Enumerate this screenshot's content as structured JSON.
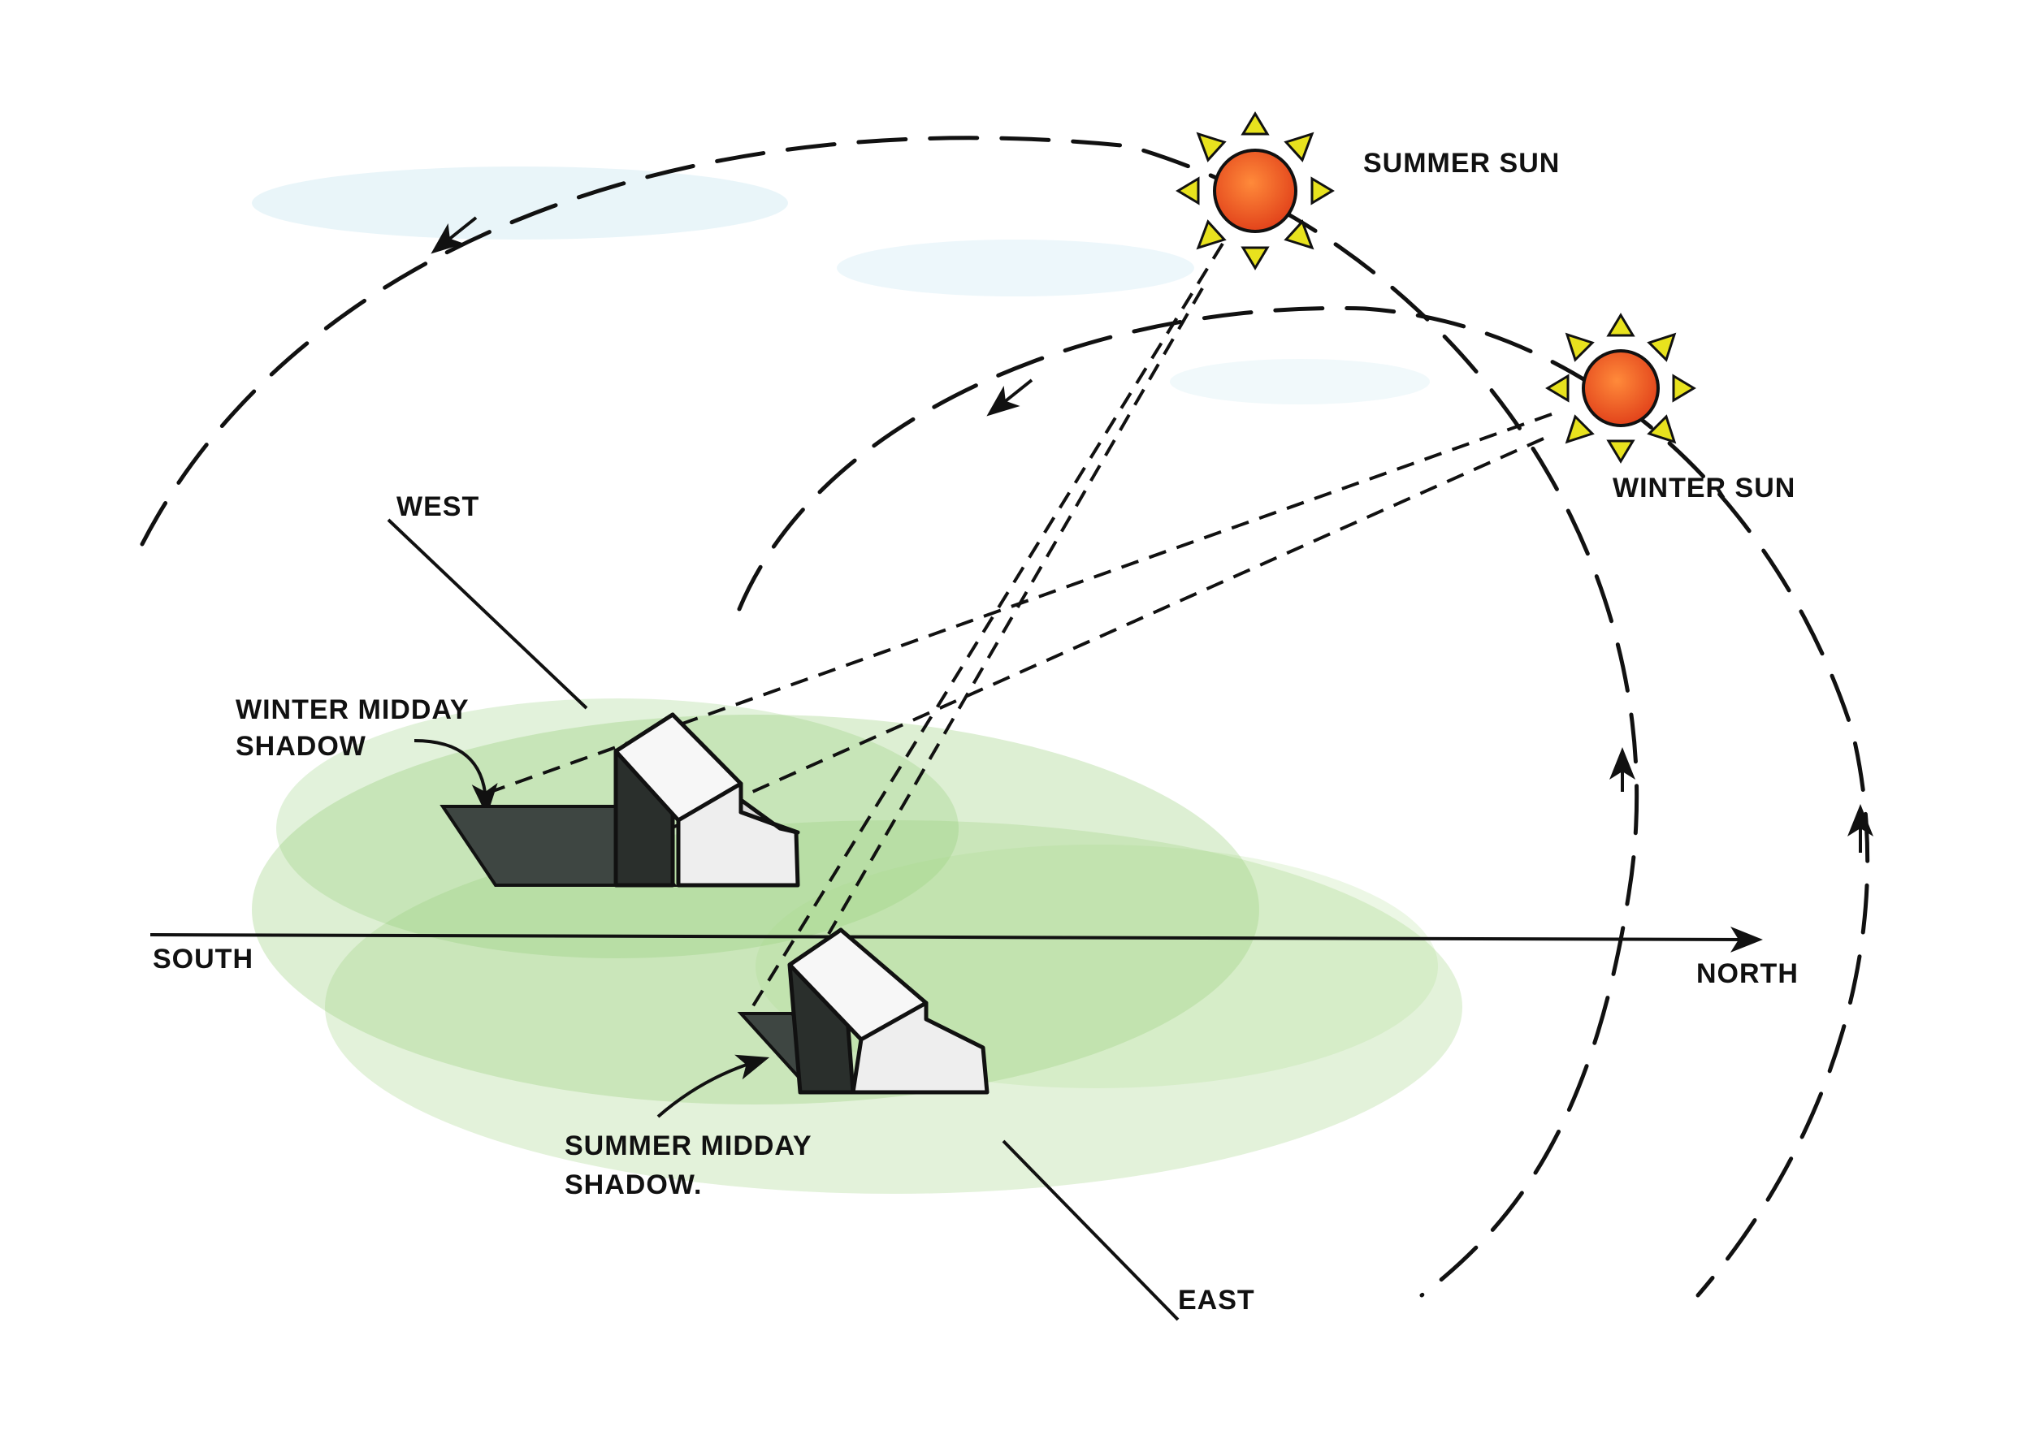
{
  "colors": {
    "grass": "#7cc25a",
    "sky": "#cfe8f2",
    "sun_core": "#f05a1c",
    "sun_rays": "#e8e21e",
    "shadow": "#3e4642",
    "house_wall": "#f2f2f2",
    "house_dark": "#2a2f2c"
  },
  "labels": {
    "summer_sun": "SUMMER SUN",
    "winter_sun": "WINTER SUN",
    "west": "WEST",
    "east": "EAST",
    "south": "SOUTH",
    "north": "NORTH",
    "winter_shadow_line1": "WINTER MIDDAY",
    "winter_shadow_line2": "SHADOW",
    "summer_shadow_line1": "SUMMER MIDDAY",
    "summer_shadow_line2": "SHADOW."
  },
  "icons": [
    "summer-sun-icon",
    "winter-sun-icon",
    "house-winter-icon",
    "house-summer-icon"
  ]
}
